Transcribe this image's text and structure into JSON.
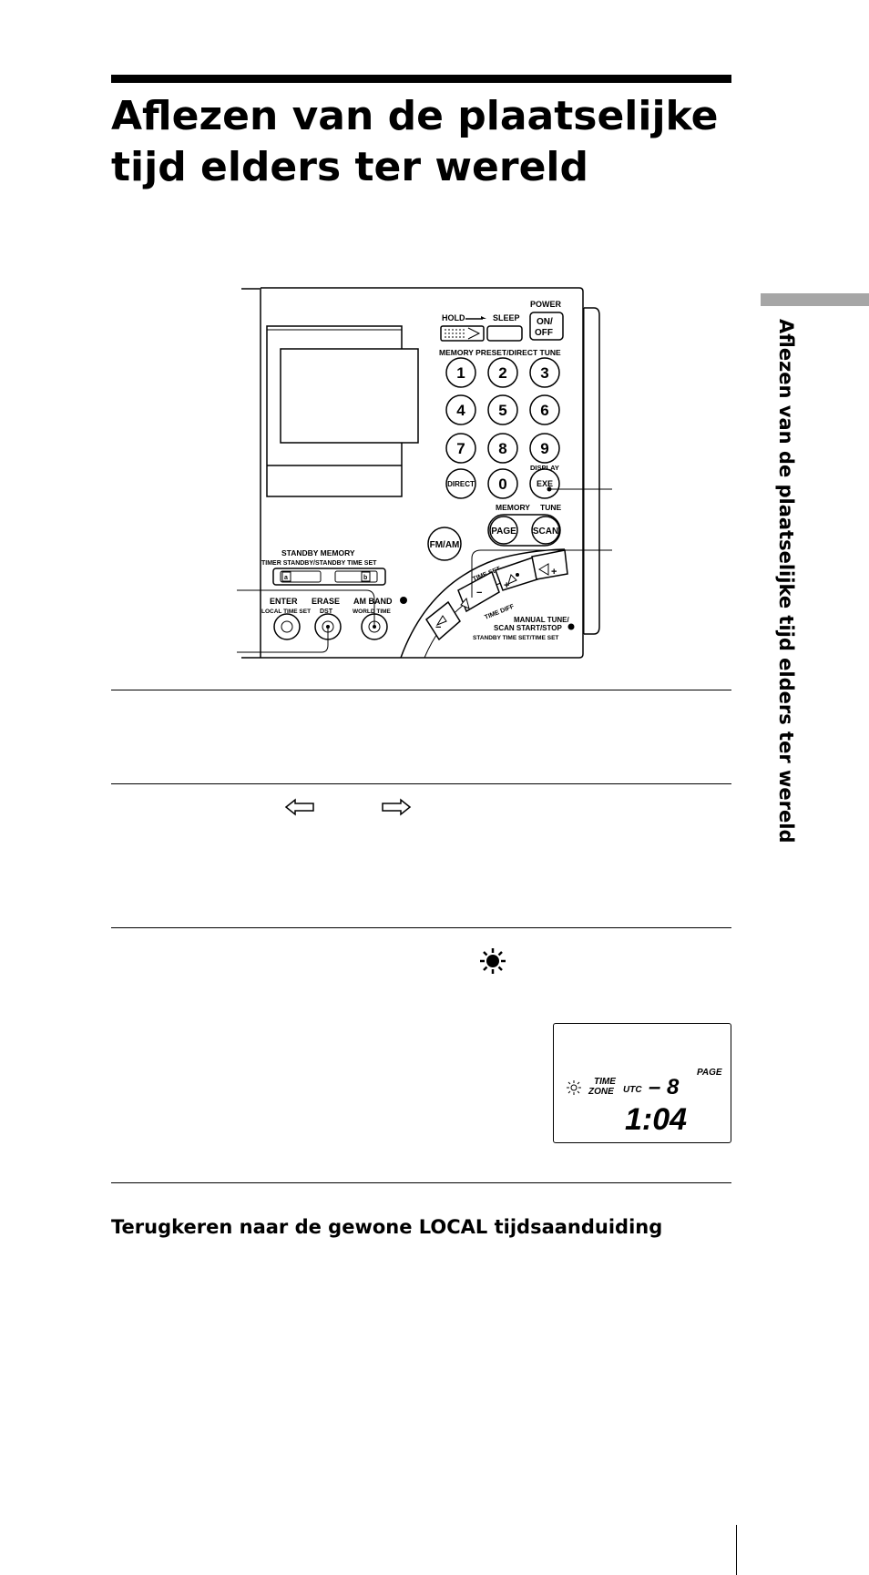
{
  "page": {
    "title_line1": "Aflezen van de plaatselijke",
    "title_line2": "tijd elders ter wereld",
    "side_title": "Aflezen van de plaatselijke tijd elders ter wereld",
    "subheading": "Terugkeren naar de gewone LOCAL tijdsaanduiding"
  },
  "radio": {
    "hold": "HOLD",
    "sleep": "SLEEP",
    "power": "POWER",
    "on_off_1": "ON/",
    "on_off_2": "OFF",
    "memory_preset": "MEMORY PRESET/DIRECT TUNE",
    "keys": [
      "1",
      "2",
      "3",
      "4",
      "5",
      "6",
      "7",
      "8",
      "9"
    ],
    "direct": "DIRECT",
    "zero": "0",
    "display": "DISPLAY",
    "exe": "EXE",
    "memory": "MEMORY",
    "tune": "TUNE",
    "page": "PAGE",
    "scan": "SCAN",
    "fm_am": "FM/AM",
    "standby_memory": "STANDBY  MEMORY",
    "timer_standby": "TIMER  STANDBY/STANDBY  TIME  SET",
    "slot_a": "a",
    "slot_b": "b",
    "enter": "ENTER",
    "local_time_set": "LOCAL TIME SET",
    "erase": "ERASE",
    "dst": "DST",
    "am_band": "AM  BAND",
    "world_time": "WORLD TIME",
    "time_set": "TIME SET",
    "time_diff": "TIME DIFF",
    "manual_tune": "MANUAL TUNE/",
    "scan_start_stop": "SCAN START/STOP",
    "standby_time_set": "STANDBY  TIME  SET/TIME  SET",
    "minus": "−",
    "plus": "+"
  },
  "lcd": {
    "time_label": "TIME",
    "zone_label": "ZONE",
    "utc": "UTC",
    "offset": "– 8",
    "page": "PAGE",
    "time": "1:04"
  },
  "icons": [
    "left-arrow-icon",
    "right-arrow-icon",
    "sun-icon"
  ]
}
